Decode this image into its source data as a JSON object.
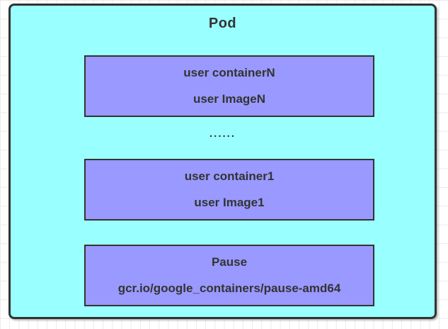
{
  "diagram": {
    "title": "Pod",
    "ellipsis": "......",
    "containers": [
      {
        "name": "user containerN",
        "image": "user ImageN"
      },
      {
        "name": "user container1",
        "image": "user Image1"
      },
      {
        "name": "Pause",
        "image": "gcr.io/google_containers/pause-amd64"
      }
    ],
    "colors": {
      "pod_fill": "#99FFFF",
      "container_fill": "#9999FF",
      "border": "#333333",
      "text": "#333333",
      "grid_line": "#EBEBEB",
      "canvas": "#FFFFFF"
    }
  }
}
